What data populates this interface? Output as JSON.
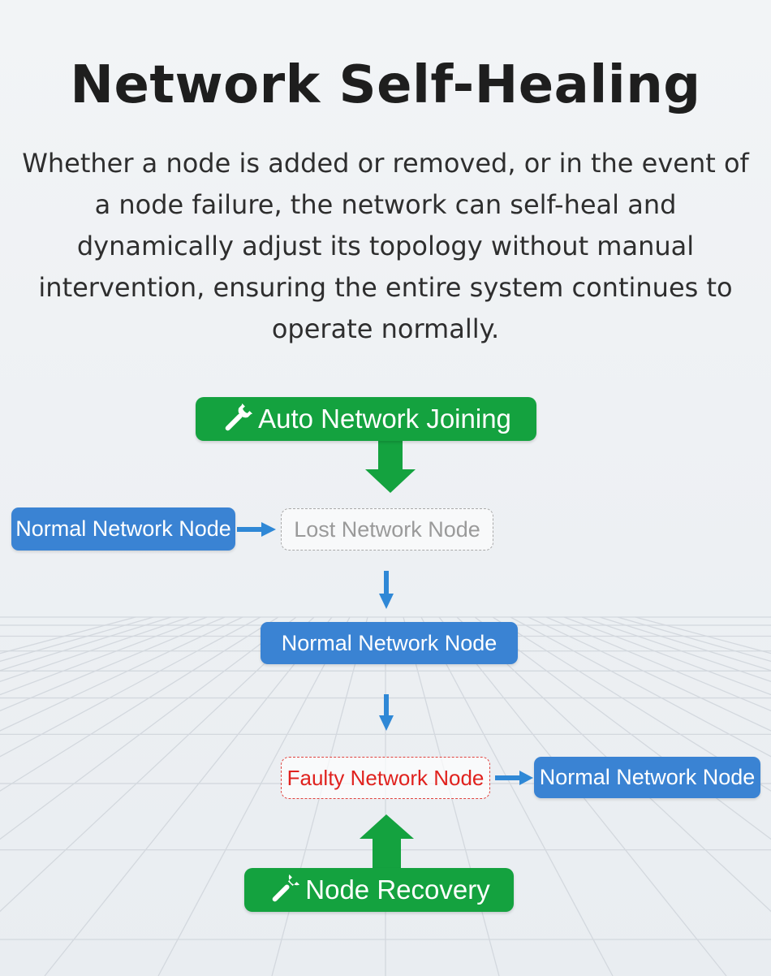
{
  "heading": "Network Self-Healing",
  "description": "Whether a node is added or removed, or in the event of a node failure, the network can self-heal and dynamically adjust its topology without manual intervention, ensuring the entire system continues to operate normally.",
  "nodes": {
    "auto_join": {
      "label": "Auto Network Joining",
      "icon": "wrench-icon"
    },
    "normal_left": {
      "label": "Normal Network Node"
    },
    "lost": {
      "label": "Lost Network Node"
    },
    "normal_middle": {
      "label": "Normal Network Node"
    },
    "faulty": {
      "label": "Faulty Network Node"
    },
    "normal_right": {
      "label": "Normal Network Node"
    },
    "recovery": {
      "label": "Node Recovery",
      "icon": "wrench-icon"
    }
  },
  "colors": {
    "green": "#14a23f",
    "blue": "#3a83d3",
    "arrow_blue": "#2f88d6",
    "faulty_red": "#e0221e",
    "lost_gray": "#9a9a9a"
  }
}
